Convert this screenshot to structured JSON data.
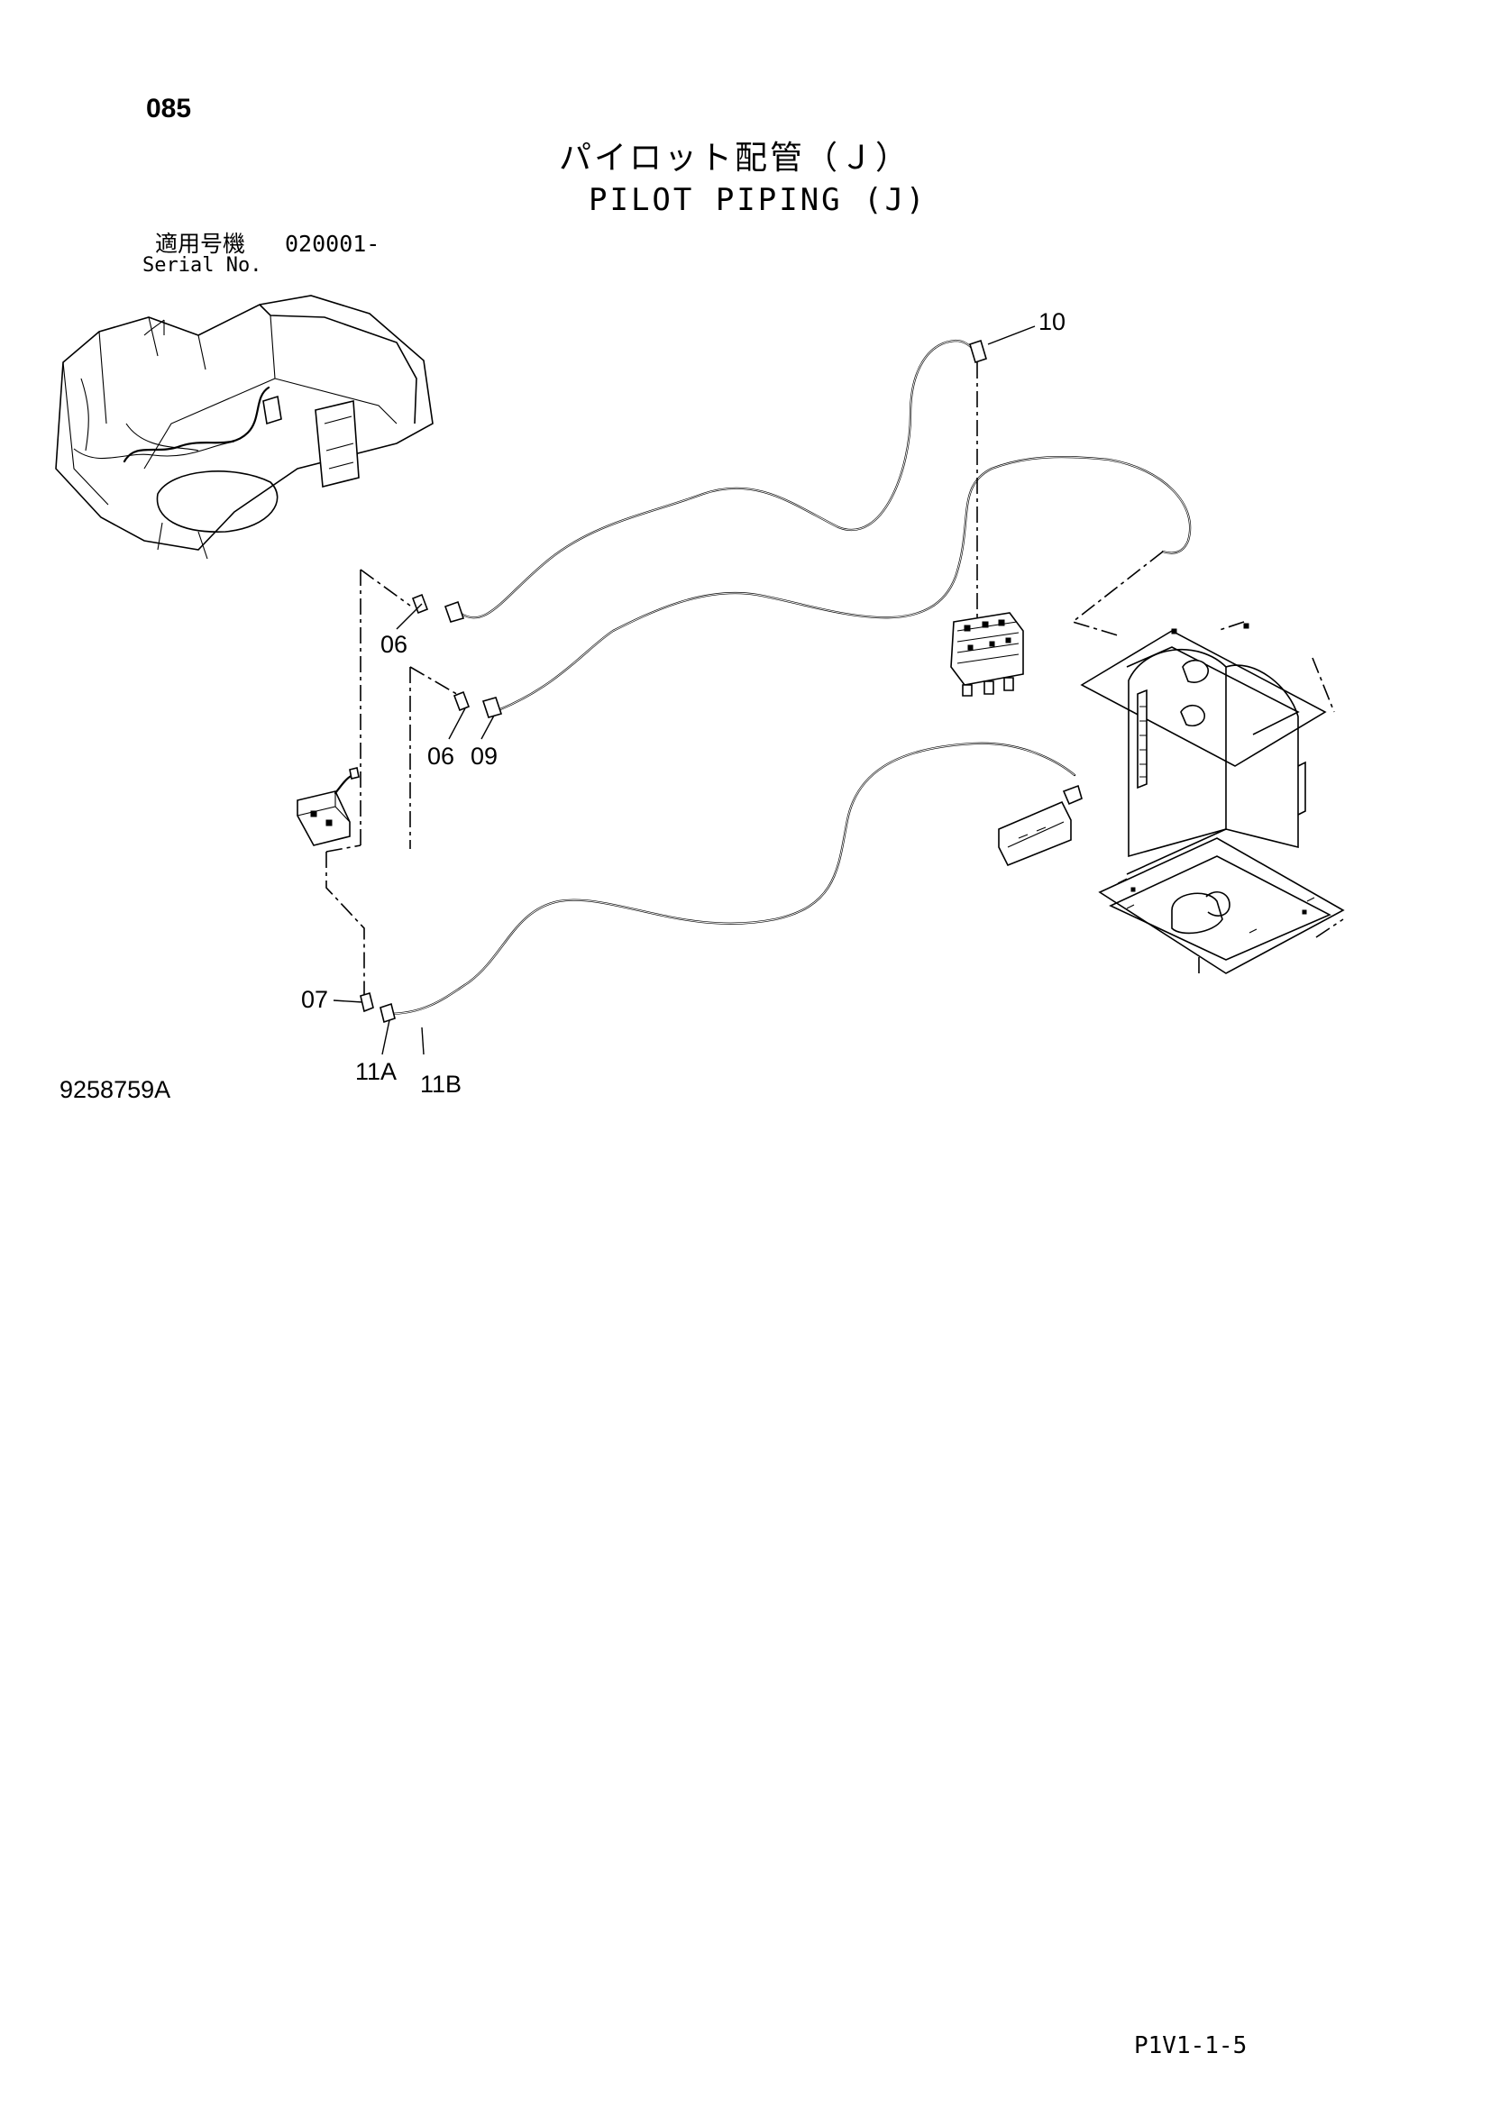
{
  "header": {
    "page_number": "085",
    "title_jp": "パイロット配管（Ｊ）",
    "title_en": "PILOT PIPING (J)"
  },
  "serial": {
    "label_jp": "適用号機",
    "range": "020001-",
    "label_en": "Serial No."
  },
  "callouts": {
    "c10": "10",
    "c06a": "06",
    "c06b": "06",
    "c09": "09",
    "c07": "07",
    "c11a": "11A",
    "c11b": "11B"
  },
  "footer": {
    "drawing_number": "9258759A",
    "sheet_code": "P1V1-1-5"
  }
}
